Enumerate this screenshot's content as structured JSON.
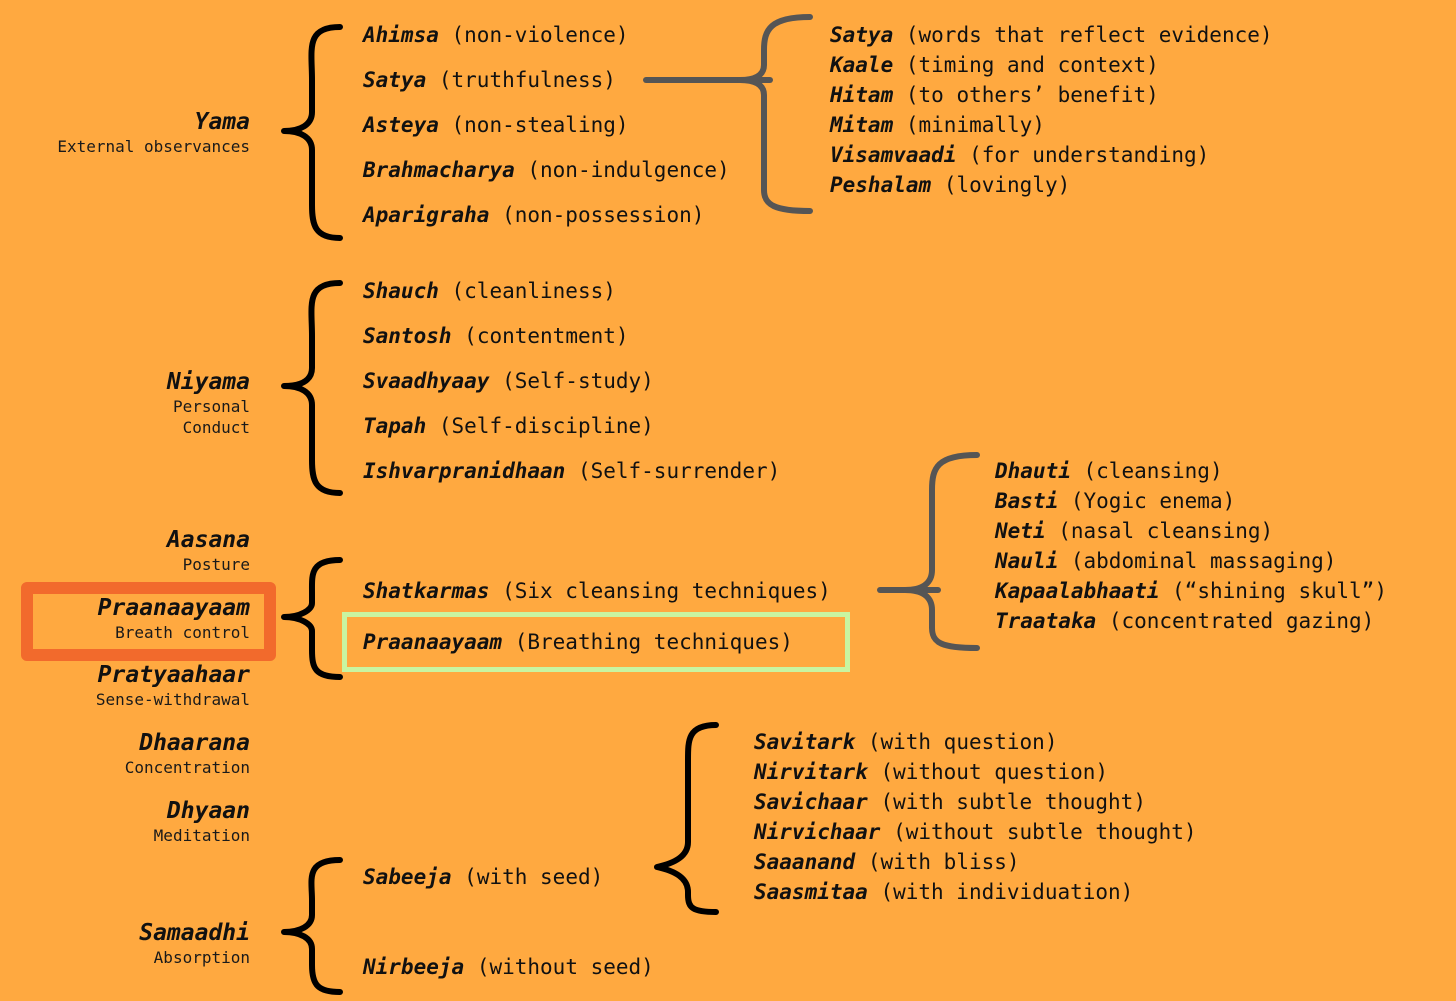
{
  "colors": {
    "background": "#FFA940",
    "primary_brace": "#000000",
    "secondary_brace": "#555555",
    "highlight_limb": "#F26A2C",
    "highlight_technique": "#C9F5A1"
  },
  "limbs": [
    {
      "name": "Yama",
      "subtitle": "External observances"
    },
    {
      "name": "Niyama",
      "subtitle": "Personal\nConduct"
    },
    {
      "name": "Aasana",
      "subtitle": "Posture"
    },
    {
      "name": "Praanaayaam",
      "subtitle": "Breath control"
    },
    {
      "name": "Pratyaahaar",
      "subtitle": "Sense-withdrawal"
    },
    {
      "name": "Dhaarana",
      "subtitle": "Concentration"
    },
    {
      "name": "Dhyaan",
      "subtitle": "Meditation"
    },
    {
      "name": "Samaadhi",
      "subtitle": "Absorption"
    }
  ],
  "yama_items": [
    {
      "term": "Ahimsa",
      "meaning": "(non-violence)"
    },
    {
      "term": "Satya",
      "meaning": "(truthfulness)"
    },
    {
      "term": "Asteya",
      "meaning": "(non-stealing)"
    },
    {
      "term": "Brahmacharya",
      "meaning": "(non-indulgence)"
    },
    {
      "term": "Aparigraha",
      "meaning": "(non-possession)"
    }
  ],
  "satya_items": [
    {
      "term": "Satya",
      "meaning": "(words that reflect evidence)"
    },
    {
      "term": "Kaale",
      "meaning": "(timing and context)"
    },
    {
      "term": "Hitam",
      "meaning": "(to others’ benefit)"
    },
    {
      "term": "Mitam",
      "meaning": "(minimally)"
    },
    {
      "term": "Visamvaadi",
      "meaning": "(for understanding)"
    },
    {
      "term": "Peshalam",
      "meaning": "(lovingly)"
    }
  ],
  "niyama_items": [
    {
      "term": "Shauch",
      "meaning": "(cleanliness)"
    },
    {
      "term": "Santosh",
      "meaning": "(contentment)"
    },
    {
      "term": "Svaadhyaay",
      "meaning": "(Self-study)"
    },
    {
      "term": "Tapah",
      "meaning": "(Self-discipline)"
    },
    {
      "term": "Ishvarpranidhaan",
      "meaning": "(Self-surrender)"
    }
  ],
  "praanaayaam_items": [
    {
      "term": "Shatkarmas",
      "meaning": "(Six cleansing techniques)"
    },
    {
      "term": "Praanaayaam",
      "meaning": "(Breathing techniques)"
    }
  ],
  "shatkarma_items": [
    {
      "term": "Dhauti",
      "meaning": "(cleansing)"
    },
    {
      "term": "Basti",
      "meaning": "(Yogic enema)"
    },
    {
      "term": "Neti",
      "meaning": "(nasal cleansing)"
    },
    {
      "term": "Nauli",
      "meaning": "(abdominal massaging)"
    },
    {
      "term": "Kapaalabhaati",
      "meaning": "(“shining skull”)"
    },
    {
      "term": "Traataka",
      "meaning": "(concentrated gazing)"
    }
  ],
  "samaadhi_items": [
    {
      "term": "Sabeeja",
      "meaning": "(with seed)"
    },
    {
      "term": "Nirbeeja",
      "meaning": "(without seed)"
    }
  ],
  "sabeeja_items": [
    {
      "term": "Savitark",
      "meaning": "(with question)"
    },
    {
      "term": "Nirvitark",
      "meaning": "(without question)"
    },
    {
      "term": "Savichaar",
      "meaning": "(with subtle thought)"
    },
    {
      "term": "Nirvichaar",
      "meaning": "(without subtle thought)"
    },
    {
      "term": "Saaanand",
      "meaning": "(with bliss)"
    },
    {
      "term": "Saasmitaa",
      "meaning": "(with individuation)"
    }
  ]
}
